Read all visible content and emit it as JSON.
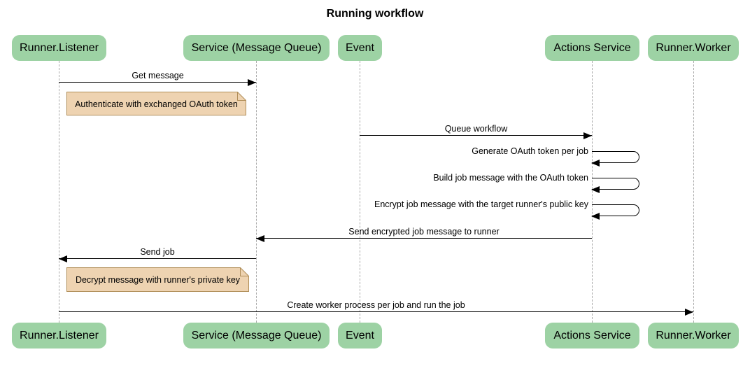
{
  "title": "Running workflow",
  "colors": {
    "actor_fill": "#9dd2a4",
    "note_fill": "#eed3b1",
    "note_border": "#b08d57",
    "message_line": "#000000",
    "lifeline": "#a9a9a9",
    "background": "#ffffff",
    "text": "#000000"
  },
  "participants": [
    {
      "label": "Runner.Listener"
    },
    {
      "label": "Service (Message Queue)"
    },
    {
      "label": "Event"
    },
    {
      "label": "Actions Service"
    },
    {
      "label": "Runner.Worker"
    }
  ],
  "messages": [
    {
      "label": "Get message",
      "from": "Runner.Listener",
      "to": "Service (Message Queue)",
      "kind": "arrow"
    },
    {
      "label": "Queue workflow",
      "from": "Event",
      "to": "Actions Service",
      "kind": "arrow"
    },
    {
      "label": "Generate OAuth token per job",
      "from": "Actions Service",
      "to": "Actions Service",
      "kind": "self"
    },
    {
      "label": "Build job message with the OAuth token",
      "from": "Actions Service",
      "to": "Actions Service",
      "kind": "self"
    },
    {
      "label": "Encrypt job message with the target runner's public key",
      "from": "Actions Service",
      "to": "Actions Service",
      "kind": "self"
    },
    {
      "label": "Send encrypted job message to runner",
      "from": "Actions Service",
      "to": "Service (Message Queue)",
      "kind": "arrow"
    },
    {
      "label": "Send job",
      "from": "Service (Message Queue)",
      "to": "Runner.Listener",
      "kind": "arrow"
    },
    {
      "label": "Create worker process per job and run the job",
      "from": "Runner.Listener",
      "to": "Runner.Worker",
      "kind": "arrow"
    }
  ],
  "notes": [
    {
      "text": "Authenticate with exchanged OAuth token"
    },
    {
      "text": "Decrypt message with runner's private key"
    }
  ]
}
